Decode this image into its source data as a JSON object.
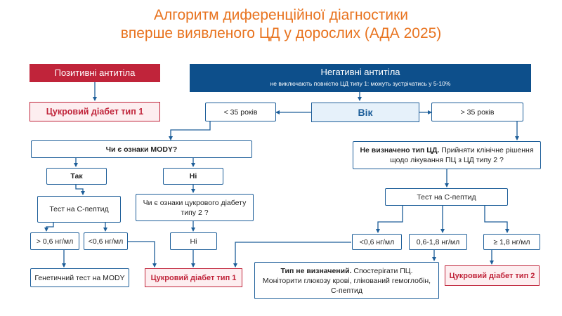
{
  "title": {
    "line1": "Алгоритм диференційної діагностики",
    "line2": "вперше виявленого ЦД у дорослих (АДА 2025)"
  },
  "nodes": {
    "positive_antibodies": "Позитивні антитіла",
    "diabetes_type1_top": "Цукровий діабет тип 1",
    "negative_antibodies": "Негативні антитіла",
    "negative_note": "не виключають повністю ЦД типу 1: можуть зустрічатись у 5-10%",
    "age": "Вік",
    "under_35": "< 35 років",
    "over_35": "> 35 років",
    "mody_question": "Чи є ознаки MODY?",
    "yes": "Так",
    "no": "Ні",
    "c_peptide_left": "Тест на С-пептид",
    "type2_question": "Чи є ознаки цукрового діабету типу 2 ?",
    "cp_high_left": "> 0,6 нг/мл",
    "cp_low_left": "<0,6 нг/мл",
    "no_2": "Ні",
    "genetic_test": "Генетичний тест на MODY",
    "diabetes_type1_bottom": "Цукровий діабет тип 1",
    "undefined_type_bold": "Не визначено тип ЦД.",
    "undefined_type_rest": " Прийняти клінічне рішення щодо лікування ПЦ з ЦД типу 2 ?",
    "c_peptide_right": "Тест на С-пептид",
    "cp_low_right": "<0,6 нг/мл",
    "cp_mid_right": "0,6-1,8 нг/мл",
    "cp_high_right": "≥ 1,8 нг/мл",
    "type_undetermined_bold": "Тип не визначений.",
    "type_undetermined_rest": " Спостерігати ПЦ. Моніторити глюкозу крові, глікований гемоглобін, С-пептид",
    "diabetes_type2": "Цукровий діабет тип 2"
  },
  "colors": {
    "title": "#e8731f",
    "red": "#c0243a",
    "blue_dark": "#0d4f8b",
    "blue_line": "#1d5e99",
    "blue_light": "#e6f1fa"
  }
}
